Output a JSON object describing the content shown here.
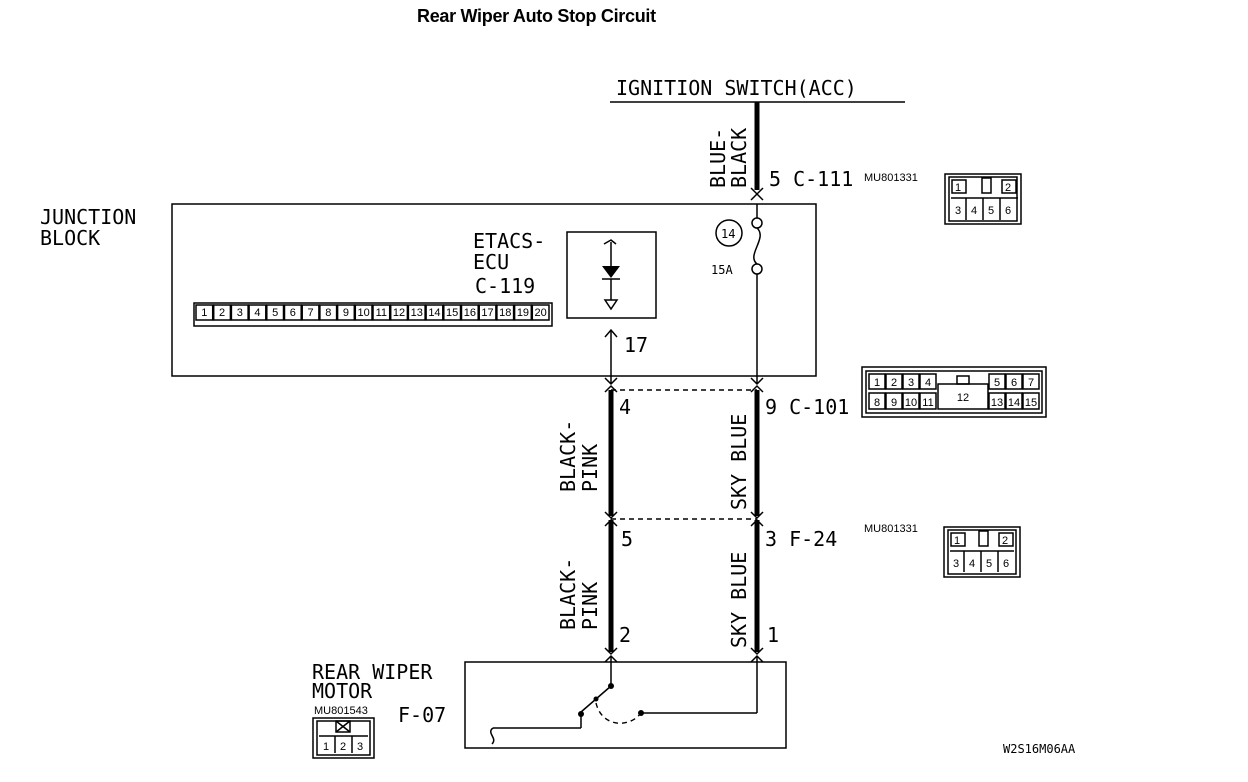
{
  "title": "Rear Wiper Auto Stop Circuit",
  "ignition_switch": "IGNITION SWITCH(ACC)",
  "junction_block": [
    "JUNCTION",
    "BLOCK"
  ],
  "etacs": [
    "ETACS-",
    "ECU",
    "C-119"
  ],
  "fuse": {
    "number": "14",
    "rating": "15A"
  },
  "wire_colors": {
    "blue_black": [
      "BLUE-",
      "BLACK"
    ],
    "black_pink_1": [
      "BLACK-",
      "PINK"
    ],
    "black_pink_2": [
      "BLACK-",
      "PINK"
    ],
    "sky_blue_1": "SKY BLUE",
    "sky_blue_2": "SKY BLUE"
  },
  "pins": {
    "c111": "5 C-111",
    "etacs_17": "17",
    "c101_left": "4",
    "c101_right": "9 C-101",
    "f24_left": "5",
    "f24_right": "3 F-24",
    "motor_left": "2",
    "motor_right": "1"
  },
  "part_numbers": {
    "c111": "MU801331",
    "f24": "MU801331",
    "motor": "MU801543"
  },
  "motor": {
    "name": [
      "REAR WIPER",
      "MOTOR"
    ],
    "connector": "F-07"
  },
  "connector_c111_pins": [
    "1",
    "2",
    "3",
    "4",
    "5",
    "6"
  ],
  "connector_f24_pins": [
    "1",
    "2",
    "3",
    "4",
    "5",
    "6"
  ],
  "connector_c119_pins": [
    "1",
    "2",
    "3",
    "4",
    "5",
    "6",
    "7",
    "8",
    "9",
    "10",
    "11",
    "12",
    "13",
    "14",
    "15",
    "16",
    "17",
    "18",
    "19",
    "20"
  ],
  "connector_c101_pins": [
    "1",
    "2",
    "3",
    "4",
    "5",
    "6",
    "7",
    "8",
    "9",
    "10",
    "11",
    "12",
    "13",
    "14",
    "15"
  ],
  "connector_motor_pins": [
    "1",
    "2",
    "3"
  ],
  "diagram_code": "W2S16M06AA"
}
